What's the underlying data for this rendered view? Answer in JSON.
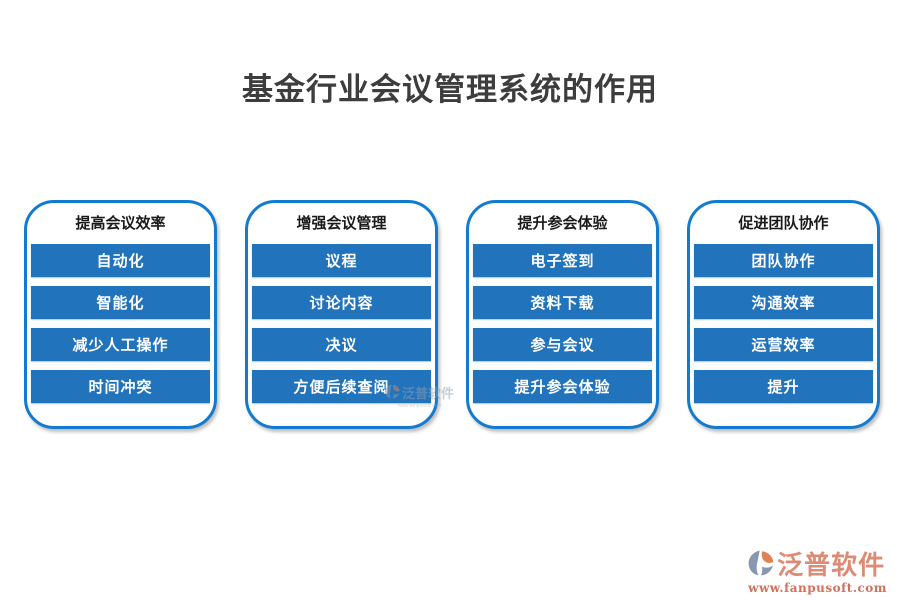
{
  "title": "基金行业会议管理系统的作用",
  "cards": [
    {
      "header": "提高会议效率",
      "items": [
        "自动化",
        "智能化",
        "减少人工操作",
        "时间冲突"
      ]
    },
    {
      "header": "增强会议管理",
      "items": [
        "议程",
        "讨论内容",
        "决议",
        "方便后续查阅"
      ]
    },
    {
      "header": "提升参会体验",
      "items": [
        "电子签到",
        "资料下载",
        "参与会议",
        "提升参会体验"
      ]
    },
    {
      "header": "促进团队协作",
      "items": [
        "团队协作",
        "沟通效率",
        "运营效率",
        "提升"
      ]
    }
  ],
  "watermark": {
    "brand": "泛普软件",
    "url": "www.fanpusoft.com"
  },
  "footer_brand": {
    "brand": "泛普软件",
    "url": "www.fanpusoft.com"
  },
  "colors": {
    "item_blue": "#2173bc",
    "card_border_blue": "#127bd0",
    "title_gray": "#3d3d3d",
    "brand_salmon": "#de8b75",
    "brand_url_red": "#d0705a",
    "logo_gray_blue": "#8797b1",
    "logo_orange": "#df8355"
  }
}
